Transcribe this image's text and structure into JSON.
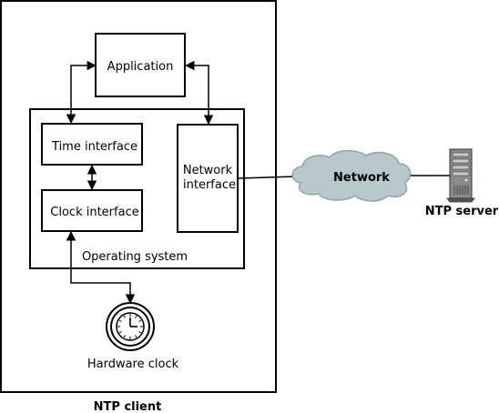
{
  "client": {
    "title": "NTP client",
    "application": "Application",
    "operating_system": "Operating system",
    "time_interface": "Time interface",
    "clock_interface": "Clock interface",
    "network_interface_line1": "Network",
    "network_interface_line2": "interface",
    "hardware_clock": "Hardware clock"
  },
  "network": {
    "label": "Network"
  },
  "server": {
    "label": "NTP server"
  },
  "icons": {
    "clock": "clock-icon",
    "server": "server-tower-icon",
    "cloud": "cloud-shape"
  },
  "colors": {
    "cloud_fill": "#b7c8cc",
    "cloud_stroke": "#8fa3a8",
    "server_fill": "#8a8a8a"
  }
}
